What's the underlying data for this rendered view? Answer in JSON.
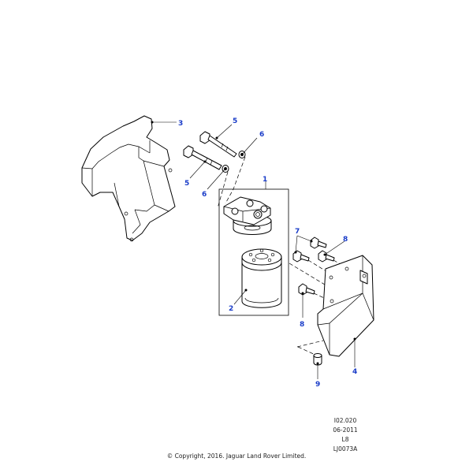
{
  "callouts": {
    "c1": "1",
    "c2": "2",
    "c3": "3",
    "c4": "4",
    "c5a": "5",
    "c5b": "5",
    "c6a": "6",
    "c6b": "6",
    "c7": "7",
    "c8a": "8",
    "c8b": "8",
    "c9": "9"
  },
  "reference": {
    "code": "I02.020",
    "date": "06-2011",
    "level": "L8",
    "illustration_id": "LJ0073A"
  },
  "copyright": "© Copyright, 2016. Jaguar Land Rover Limited.",
  "colors": {
    "callout": "#1a3cc8",
    "line": "#000000"
  }
}
